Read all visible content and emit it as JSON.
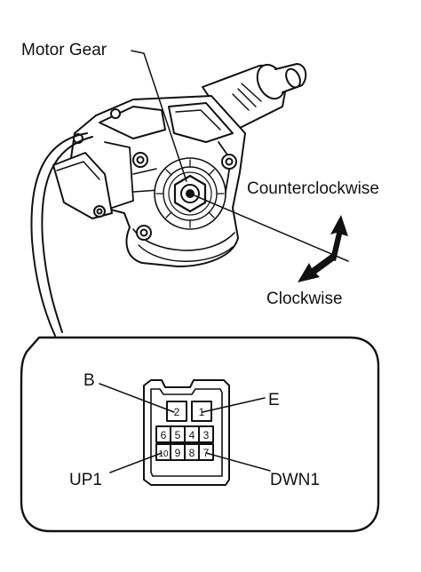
{
  "labels": {
    "motor_gear": "Motor Gear",
    "counterclockwise": "Counterclockwise",
    "clockwise": "Clockwise"
  },
  "connector": {
    "terminals": {
      "b": "B",
      "e": "E",
      "up1": "UP1",
      "dwn1": "DWN1"
    },
    "pins": {
      "p1": "1",
      "p2": "2",
      "p3": "3",
      "p4": "4",
      "p5": "5",
      "p6": "6",
      "p7": "7",
      "p8": "8",
      "p9": "9",
      "p10": "10"
    }
  }
}
